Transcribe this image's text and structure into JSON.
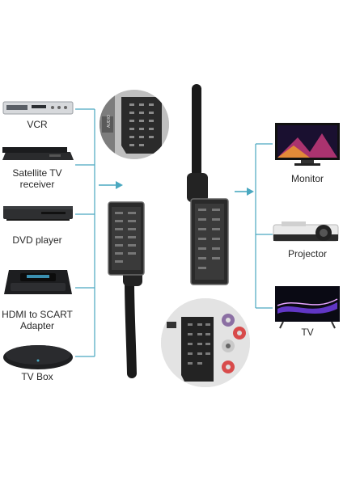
{
  "sources": [
    {
      "label_lines": [
        "VCR"
      ],
      "icon": "vcr-icon"
    },
    {
      "label_lines": [
        "Satellite TV",
        "receiver"
      ],
      "icon": "satellite-receiver-icon"
    },
    {
      "label_lines": [
        "DVD player"
      ],
      "icon": "dvd-player-icon"
    },
    {
      "label_lines": [
        "HDMI to SCART",
        "Adapter"
      ],
      "icon": "hdmi-scart-adapter-icon"
    },
    {
      "label_lines": [
        "TV Box"
      ],
      "icon": "tv-box-icon"
    }
  ],
  "outputs": [
    {
      "label_lines": [
        "Monitor"
      ],
      "icon": "monitor-icon"
    },
    {
      "label_lines": [
        "Projector"
      ],
      "icon": "projector-icon"
    },
    {
      "label_lines": [
        "TV"
      ],
      "icon": "tv-icon"
    }
  ],
  "panel_text": "AUDIO",
  "colors": {
    "connector_line": "#4aa8c0",
    "arrow": "#4aa8c0",
    "cable": "#1a1a1a"
  }
}
